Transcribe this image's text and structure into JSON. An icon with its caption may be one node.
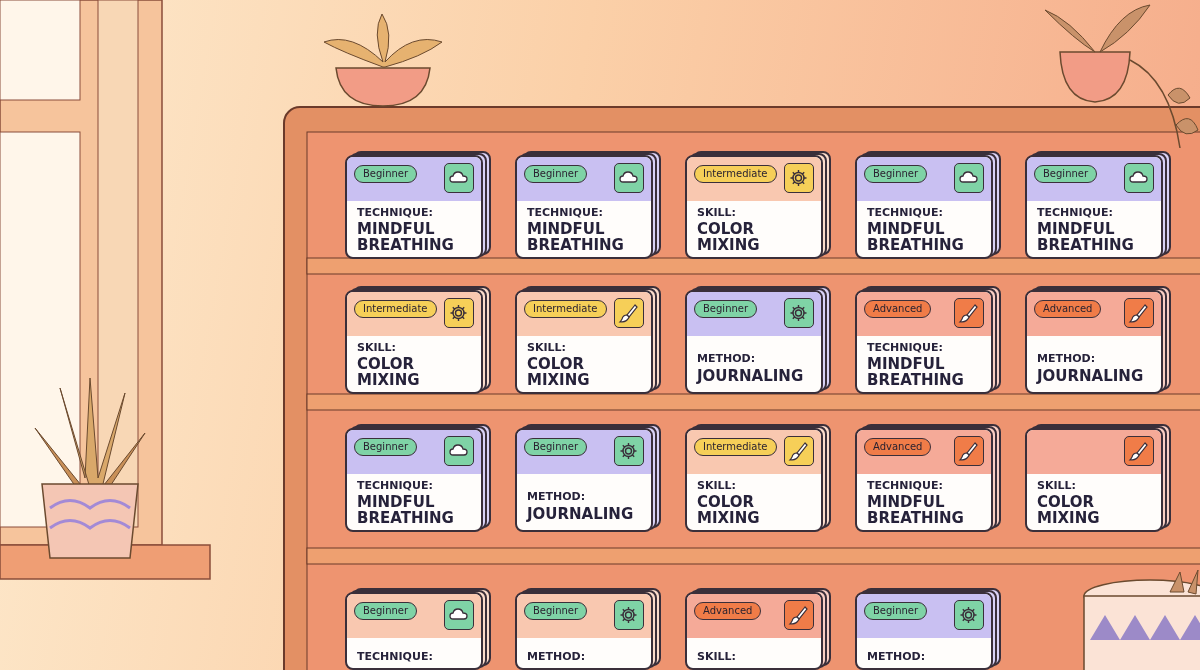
{
  "diagram": {
    "nodes": [
      {
        "text": [
          "Beginner",
          "TECHNIQUE:",
          "MINDFUL BREATHING"
        ]
      },
      {
        "text": [
          "Beginner",
          "TECHNIQUE:",
          "MINDFUL BREATHING"
        ]
      },
      {
        "text": [
          "Intermediate",
          "SKILL:",
          "COLOR MIXING"
        ]
      },
      {
        "text": [
          "Beginner",
          "TECHNIQUE:",
          "MINDFUL BREATHING"
        ]
      },
      {
        "text": [
          "Beginner",
          "TECHNIQUE:",
          "MINDFUL BREATHING"
        ]
      },
      {
        "text": [
          "Intermediate",
          "SKILL:",
          "COLOR MIXING"
        ]
      },
      {
        "text": [
          "Intermediate",
          "SKILL:",
          "COLOR MIXING"
        ]
      },
      {
        "text": [
          "Beginner",
          "METHOD:",
          "JOURNALING"
        ]
      },
      {
        "text": [
          "Advanced",
          "TECHNIQUE:",
          "MINDFUL BREATHING"
        ]
      },
      {
        "text": [
          "Advanced",
          "METHOD:",
          "JOURNALING"
        ]
      },
      {
        "text": [
          "Beginner",
          "TECHNIQUE:",
          "MINDFUL BREATHING"
        ]
      },
      {
        "text": [
          "Beginner",
          "METHOD:",
          "JOURNALING"
        ]
      },
      {
        "text": [
          "Intermediate",
          "SKILL:",
          "COLOR MIXING"
        ]
      },
      {
        "text": [
          "Advanced",
          "TECHNIQUE:",
          "MINDFUL BREATHING"
        ]
      },
      {
        "text": [
          "SKILL:",
          "COLOR MIXING"
        ]
      },
      {
        "text": [
          "Beginner",
          "TECHNIQUE:"
        ]
      },
      {
        "text": [
          "Beginner",
          "METHOD:"
        ]
      },
      {
        "text": [
          "Advanced",
          "SKILL:"
        ]
      },
      {
        "text": [
          "Beginner",
          "METHOD:"
        ]
      }
    ]
  }
}
